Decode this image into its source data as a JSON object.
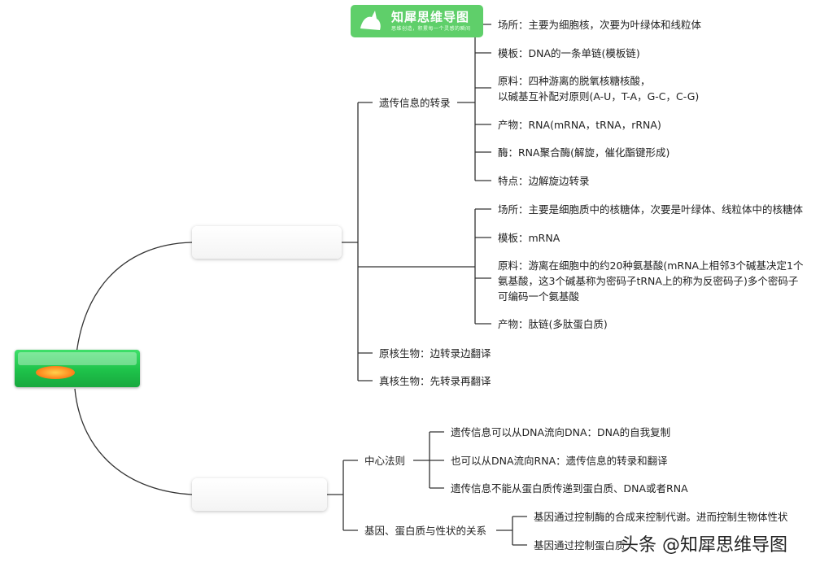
{
  "logo": {
    "title": "知犀思维导图",
    "subtitle": "思维创造，积累每一个灵感的瞬间",
    "icon": "rhino-icon"
  },
  "watermark": "头条 @知犀思维导图",
  "branches": {
    "transcription": {
      "label": "遗传信息的转录",
      "items": [
        "场所：主要为细胞核，次要为叶绿体和线粒体",
        "模板：DNA的一条单链(模板链)",
        "原料：四种游离的脱氧核糖核酸，",
        "以碱基互补配对原则(A-U，T-A，G-C，C-G)",
        "产物：RNA(mRNA，tRNA，rRNA)",
        "酶：RNA聚合酶(解旋，催化酯键形成)",
        "特点：边解旋边转录"
      ]
    },
    "translation": {
      "items": [
        "场所：主要是细胞质中的核糖体，次要是叶绿体、线粒体中的核糖体",
        "模板：mRNA",
        "原料：游离在细胞中的约20种氨基酸(mRNA上相邻3个碱基决定1个",
        "氨基酸，这3个碱基称为密码子tRNA上的称为反密码子)多个密码子",
        "可编码一个氨基酸",
        "产物：肽链(多肽蛋白质)"
      ]
    },
    "prokaryote": "原核生物：边转录边翻译",
    "eukaryote": "真核生物：先转录再翻译",
    "central_dogma": {
      "label": "中心法则",
      "items": [
        "遗传信息可以从DNA流向DNA：DNA的自我复制",
        "也可以从DNA流向RNA：遗传信息的转录和翻译",
        "遗传信息不能从蛋白质传递到蛋白质、DNA或者RNA"
      ]
    },
    "gene_relation": {
      "label": "基因、蛋白质与性状的关系",
      "items": [
        "基因通过控制酶的合成来控制代谢。进而控制生物体性状",
        "基因通过控制蛋白质"
      ]
    }
  },
  "colors": {
    "root_green": "#1ec24a",
    "logo_green": "#5fcf6a",
    "wire": "#333333"
  }
}
